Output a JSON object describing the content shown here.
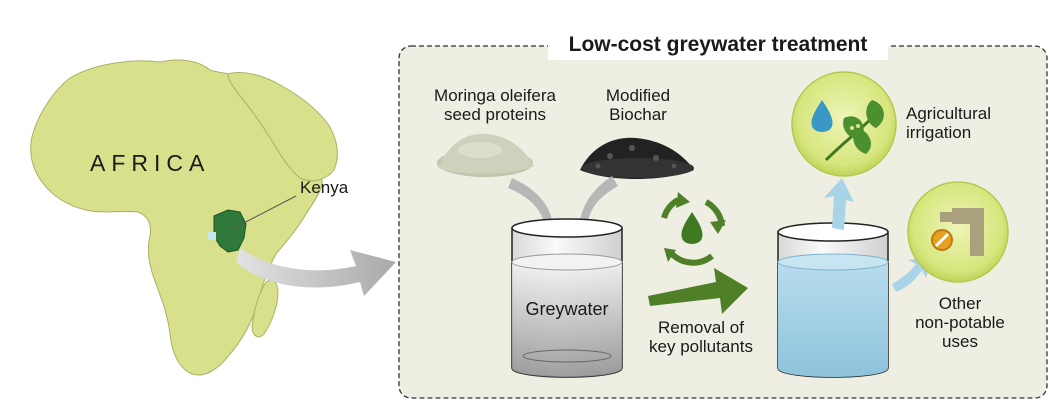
{
  "map": {
    "continent_label": "AFRICA",
    "country_label": "Kenya"
  },
  "panel": {
    "title": "Low-cost greywater treatment"
  },
  "inputs": {
    "moringa_line1": "Moringa oleifera",
    "moringa_line2": "seed proteins",
    "biochar_line1": "Modified",
    "biochar_line2": "Biochar"
  },
  "beaker": {
    "label": "Greywater"
  },
  "process": {
    "line1": "Removal of",
    "line2": "key pollutants"
  },
  "outputs": {
    "irrigation_line1": "Agricultural",
    "irrigation_line2": "irrigation",
    "other_line1": "Other",
    "other_line2": "non-potable",
    "other_line3": "uses"
  },
  "colors": {
    "map_fill": "#d9e08c",
    "kenya_fill": "#2f7a3a",
    "panel_bg": "#eeeee2",
    "arrow_green": "#4f7f27",
    "water_blue": "#a9d3e6",
    "output_circle": "#dbe98a"
  }
}
